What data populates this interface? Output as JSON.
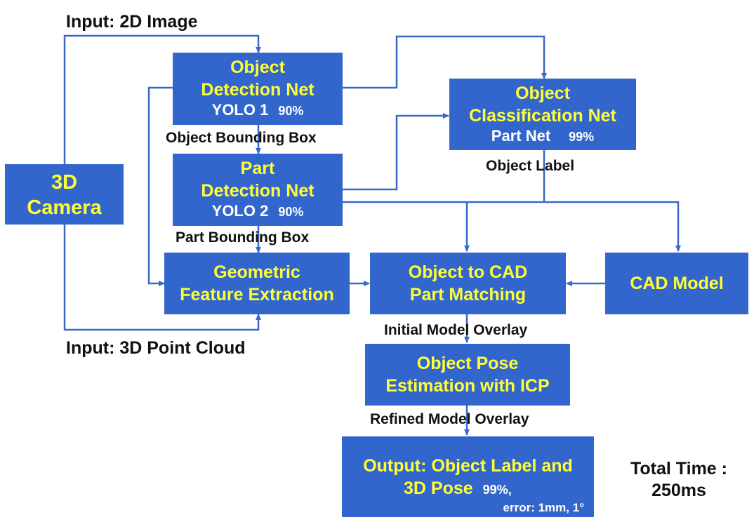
{
  "colors": {
    "box_fill": "#3366cc",
    "box_text": "#ffff33",
    "box_subtext": "#ffffff",
    "line": "#3a68c8",
    "label_text": "#111111"
  },
  "labels": {
    "input_2d": "Input: 2D Image",
    "input_3d": "Input: 3D Point Cloud",
    "object_bbox": "Object Bounding Box",
    "part_bbox": "Part Bounding Box",
    "object_label": "Object Label",
    "initial_overlay": "Initial Model Overlay",
    "refined_overlay": "Refined Model Overlay",
    "total_time_1": "Total Time :",
    "total_time_2": "250ms"
  },
  "boxes": {
    "camera": {
      "line1": "3D",
      "line2": "Camera"
    },
    "object_detection": {
      "line1": "Object",
      "line2": "Detection Net",
      "model": "YOLO 1",
      "accuracy": "90%"
    },
    "part_detection": {
      "line1": "Part",
      "line2": "Detection Net",
      "model": "YOLO 2",
      "accuracy": "90%"
    },
    "object_classification": {
      "line1": "Object",
      "line2": "Classification Net",
      "model": "Part Net",
      "accuracy": "99%"
    },
    "geometric_feature": {
      "line1": "Geometric",
      "line2": "Feature Extraction"
    },
    "cad_matching": {
      "line1": "Object to CAD",
      "line2": "Part Matching"
    },
    "cad_model": {
      "line1": "CAD Model"
    },
    "pose_estimation": {
      "line1": "Object Pose",
      "line2": "Estimation with ICP"
    },
    "output": {
      "line1": "Output: Object Label and",
      "line2": "3D Pose",
      "accuracy": "99%,",
      "error": "error: 1mm, 1°"
    }
  }
}
